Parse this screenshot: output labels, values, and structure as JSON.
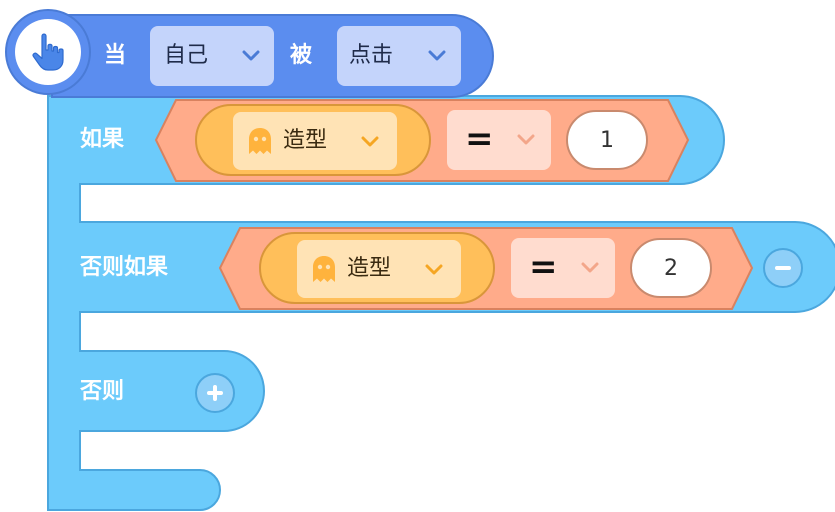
{
  "hat_block": {
    "icon": "hand-pointer-icon",
    "when_label": "当",
    "target_value": "自己",
    "by_label": "被",
    "event_value": "点击",
    "color": "#5b8def",
    "dropdown_bg": "#c4d4fb"
  },
  "if_block": {
    "if_label": "如果",
    "else_if_label": "否则如果",
    "else_label": "否则",
    "color": "#6ccbfb",
    "condition_1": {
      "property_value": "造型",
      "operator_value": "=",
      "compare_value": "1"
    },
    "condition_2": {
      "property_value": "造型",
      "operator_value": "=",
      "compare_value": "2"
    },
    "remove_button": "minus-icon",
    "add_button": "plus-icon"
  },
  "colors": {
    "condition_bg": "#ffab8a",
    "property_pill": "#ffbf5a",
    "property_dropdown": "#ffe3b5",
    "operator_dropdown": "#ffdccf"
  }
}
